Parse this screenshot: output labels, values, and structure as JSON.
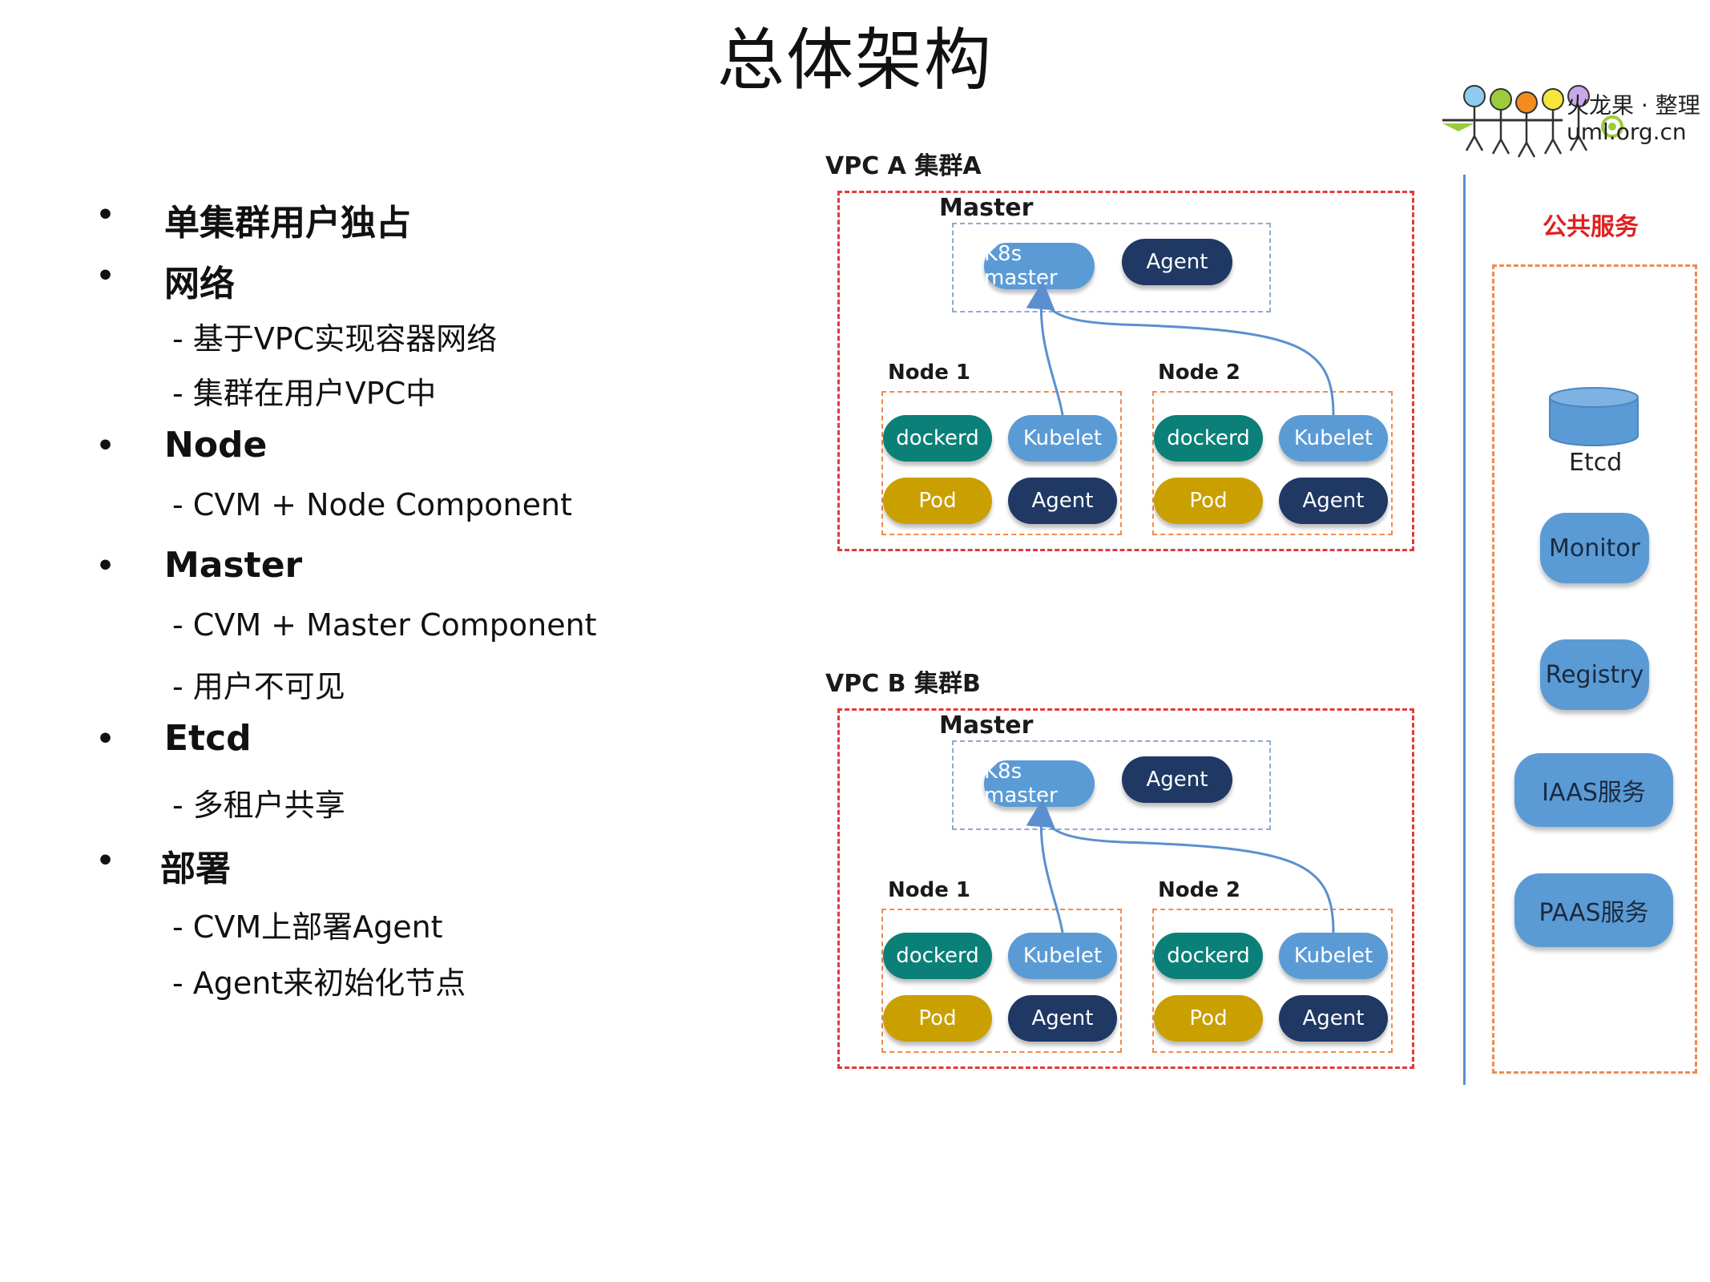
{
  "title": "总体架构",
  "logo": {
    "line1": "火龙果 · 整理",
    "line2": "uml.org.cn"
  },
  "bullets": [
    {
      "dot": "•",
      "text": "单集群用户独占",
      "subs": []
    },
    {
      "dot": "•",
      "text": "网络",
      "subs": [
        "- 基于VPC实现容器网络",
        "- 集群在用户VPC中"
      ]
    },
    {
      "dot": "•",
      "text": "Node",
      "subs": [
        "- CVM + Node Component"
      ]
    },
    {
      "dot": "•",
      "text": "Master",
      "subs": [
        "- CVM + Master Component",
        "- 用户不可见"
      ]
    },
    {
      "dot": "•",
      "text": "Etcd",
      "subs": [
        "- 多租户共享"
      ]
    },
    {
      "dot": "•",
      "text": "部署",
      "subs": [
        "- CVM上部署Agent",
        "- Agent来初始化节点"
      ]
    }
  ],
  "clusters": [
    {
      "label": "VPC A 集群A",
      "master_label": "Master",
      "master_components": [
        "K8s master",
        "Agent"
      ],
      "nodes": [
        {
          "label": "Node 1",
          "components": [
            "dockerd",
            "Kubelet",
            "Pod",
            "Agent"
          ]
        },
        {
          "label": "Node 2",
          "components": [
            "dockerd",
            "Kubelet",
            "Pod",
            "Agent"
          ]
        }
      ]
    },
    {
      "label": "VPC B 集群B",
      "master_label": "Master",
      "master_components": [
        "K8s master",
        "Agent"
      ],
      "nodes": [
        {
          "label": "Node 1",
          "components": [
            "dockerd",
            "Kubelet",
            "Pod",
            "Agent"
          ]
        },
        {
          "label": "Node 2",
          "components": [
            "dockerd",
            "Kubelet",
            "Pod",
            "Agent"
          ]
        }
      ]
    }
  ],
  "public_services": {
    "label": "公共服务",
    "etcd": "Etcd",
    "items": [
      "Monitor",
      "Registry",
      "IAAS服务",
      "PAAS服务"
    ]
  }
}
